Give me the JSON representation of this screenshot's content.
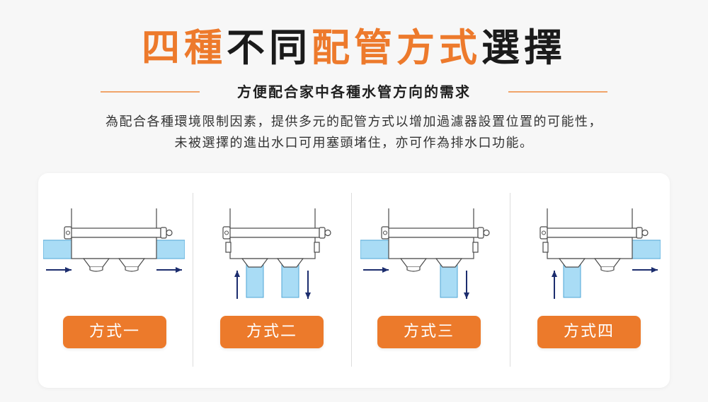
{
  "title": {
    "segments": [
      {
        "text": "四種",
        "color": "#ed7a2c"
      },
      {
        "text": "不同",
        "color": "#1b1b1b"
      },
      {
        "text": "配管方式",
        "color": "#ed7a2c"
      },
      {
        "text": "選擇",
        "color": "#1b1b1b"
      }
    ]
  },
  "subtitle": "方便配合家中各種水管方向的需求",
  "description": {
    "line1": "為配合各種環境限制因素，提供多元的配管方式以增加過濾器設置位置的可能性，",
    "line2": "未被選擇的進出水口可用塞頭堵住，亦可作為排水口功能。"
  },
  "options": [
    {
      "label": "方式一",
      "config": "side-in-side-out"
    },
    {
      "label": "方式二",
      "config": "bottom-in-bottom-out"
    },
    {
      "label": "方式三",
      "config": "side-in-bottom-out"
    },
    {
      "label": "方式四",
      "config": "bottom-in-side-out"
    }
  ],
  "colors": {
    "accent": "#ec7a2b",
    "pipe_fill": "#a9dcf5",
    "pipe_stroke": "#4fa6d6",
    "arrow": "#1c2d6e",
    "outline": "#4a4a4a"
  }
}
